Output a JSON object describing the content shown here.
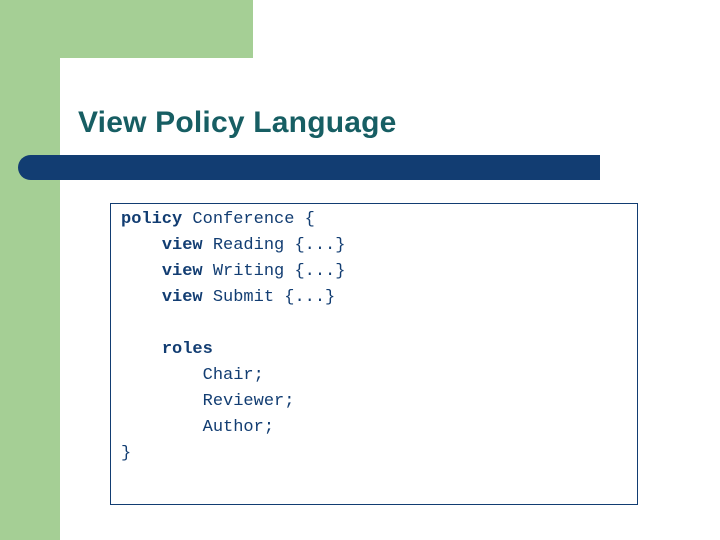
{
  "slide": {
    "title": "View Policy Language",
    "colors": {
      "green_band": "#a5cf95",
      "title_text": "#175e63",
      "bar": "#123d72",
      "code_text": "#123d72",
      "code_border": "#123d72"
    },
    "code": {
      "lines": [
        {
          "indent": 0,
          "keyword": "policy",
          "rest": " Conference {"
        },
        {
          "indent": 1,
          "keyword": "view",
          "rest": " Reading {...}"
        },
        {
          "indent": 1,
          "keyword": "view",
          "rest": " Writing {...}"
        },
        {
          "indent": 1,
          "keyword": "view",
          "rest": " Submit {...}"
        },
        {
          "indent": 0,
          "keyword": "",
          "rest": ""
        },
        {
          "indent": 1,
          "keyword": "roles",
          "rest": ""
        },
        {
          "indent": 2,
          "keyword": "",
          "rest": "Chair;"
        },
        {
          "indent": 2,
          "keyword": "",
          "rest": "Reviewer;"
        },
        {
          "indent": 2,
          "keyword": "",
          "rest": "Author;"
        },
        {
          "indent": 0,
          "keyword": "",
          "rest": "}"
        }
      ]
    }
  }
}
